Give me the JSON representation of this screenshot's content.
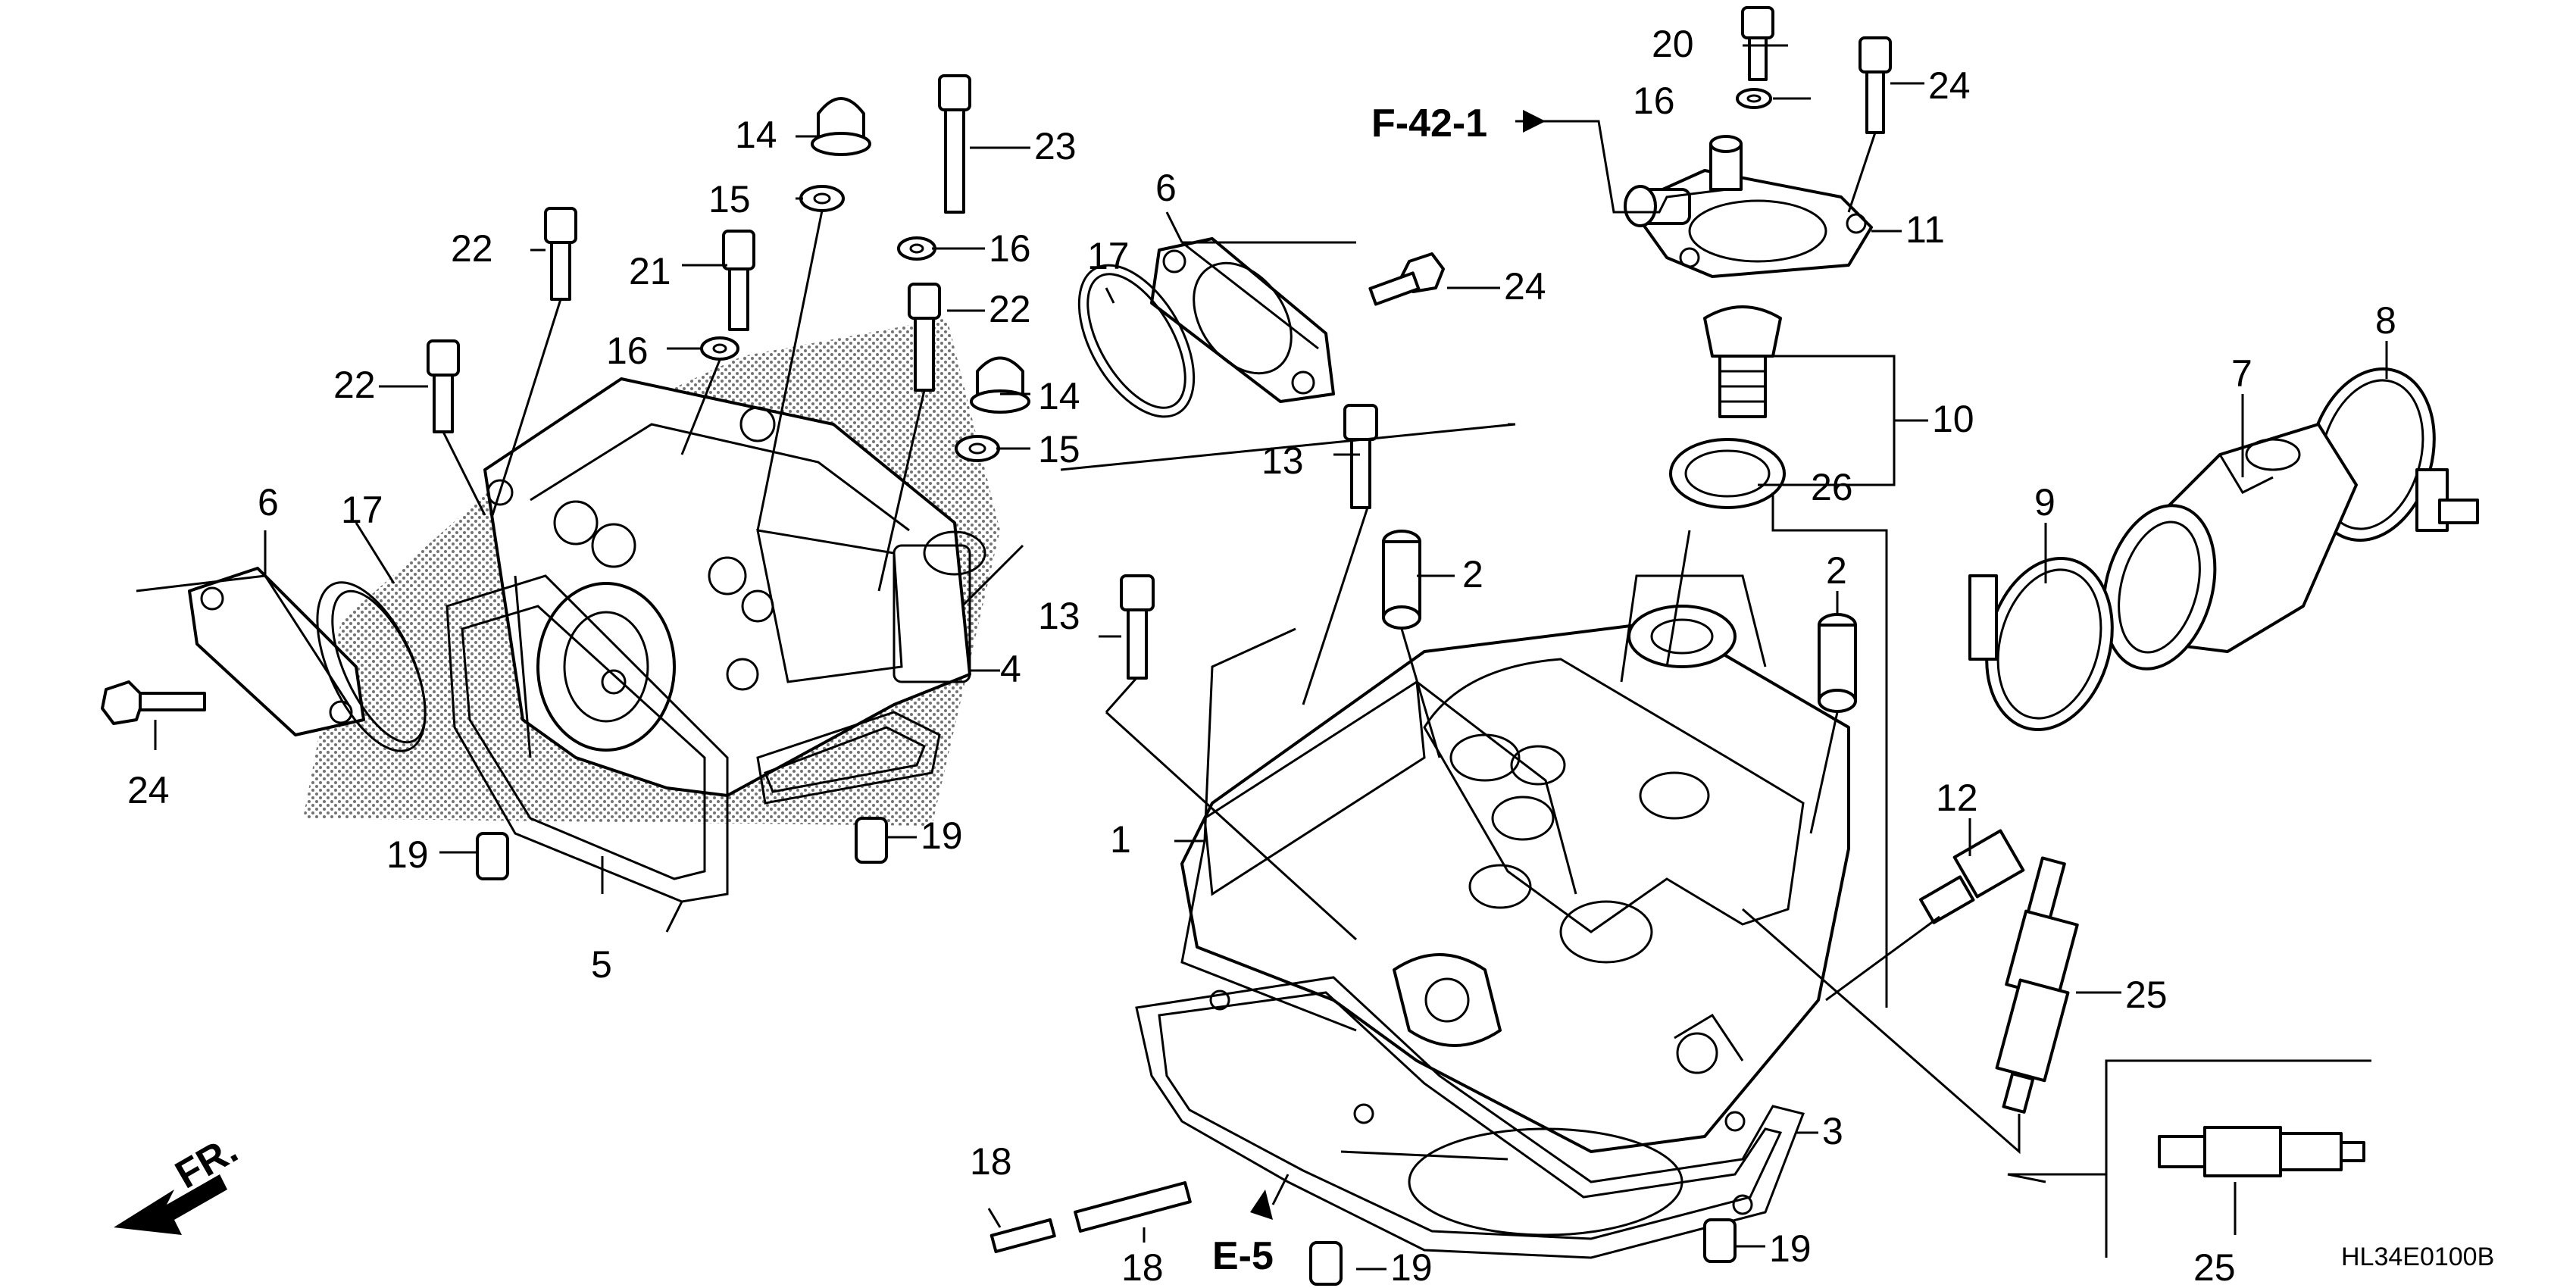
{
  "diagram": {
    "part_numbers": [
      "1",
      "2",
      "2",
      "3",
      "4",
      "5",
      "6",
      "6",
      "7",
      "8",
      "9",
      "10",
      "11",
      "12",
      "13",
      "13",
      "14",
      "14",
      "15",
      "15",
      "16",
      "16",
      "16",
      "17",
      "17",
      "18",
      "18",
      "19",
      "19",
      "19",
      "19",
      "20",
      "21",
      "22",
      "22",
      "22",
      "23",
      "24",
      "24",
      "24",
      "25",
      "25",
      "26"
    ],
    "references": {
      "f42": "F-42-1",
      "e5": "E-5"
    },
    "front_arrow_label": "FR.",
    "diagram_code": "HL34E0100B",
    "colors": {
      "line": "#000000",
      "background": "#ffffff"
    }
  }
}
